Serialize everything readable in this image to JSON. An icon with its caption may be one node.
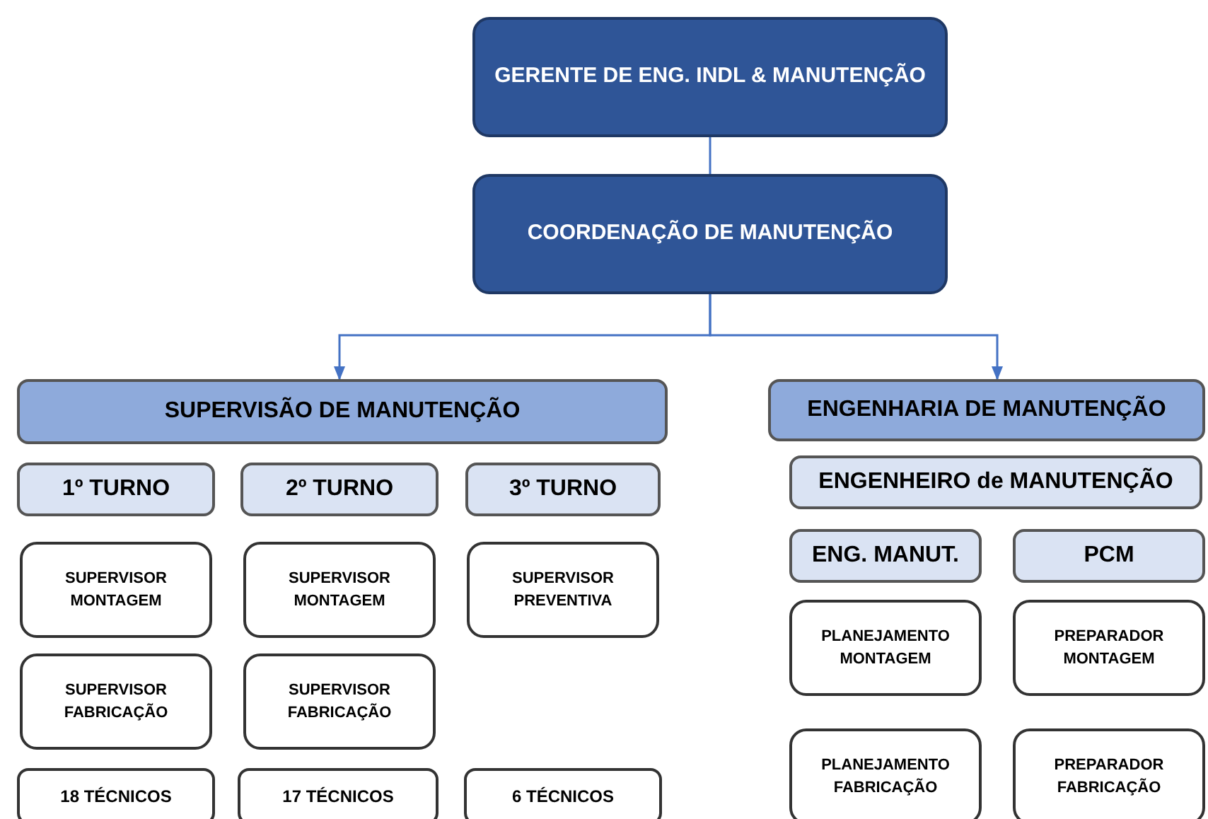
{
  "diagram": {
    "nodes": [
      {
        "text": [
          "GERENTE DE ENG. INDL & MANUTENÇÃO"
        ]
      },
      {
        "text": [
          "COORDENAÇÃO DE MANUTENÇÃO"
        ]
      },
      {
        "text": [
          "SUPERVISÃO DE MANUTENÇÃO"
        ]
      },
      {
        "text": [
          "ENGENHARIA DE MANUTENÇÃO"
        ]
      },
      {
        "text": [
          "1º TURNO"
        ]
      },
      {
        "text": [
          "2º TURNO"
        ]
      },
      {
        "text": [
          "3º TURNO"
        ]
      },
      {
        "text": [
          "ENGENHEIRO de MANUTENÇÃO"
        ]
      },
      {
        "text": [
          "SUPERVISOR MONTAGEM"
        ]
      },
      {
        "text": [
          "SUPERVISOR MONTAGEM"
        ]
      },
      {
        "text": [
          "SUPERVISOR PREVENTIVA"
        ]
      },
      {
        "text": [
          "ENG. MANUT."
        ]
      },
      {
        "text": [
          "PCM"
        ]
      },
      {
        "text": [
          "SUPERVISOR FABRICAÇÃO"
        ]
      },
      {
        "text": [
          "SUPERVISOR FABRICAÇÃO"
        ]
      },
      {
        "text": [
          "PLANEJAMENTO MONTAGEM"
        ]
      },
      {
        "text": [
          "PREPARADOR MONTAGEM"
        ]
      },
      {
        "text": [
          "18 TÉCNICOS"
        ]
      },
      {
        "text": [
          "17 TÉCNICOS"
        ]
      },
      {
        "text": [
          "6 TÉCNICOS"
        ]
      },
      {
        "text": [
          "PLANEJAMENTO FABRICAÇÃO"
        ]
      },
      {
        "text": [
          "PREPARADOR FABRICAÇÃO"
        ]
      }
    ],
    "edges": [
      {
        "from": 0,
        "to": 1,
        "arrow": "none"
      },
      {
        "from": 1,
        "to": 2,
        "arrow": "to"
      },
      {
        "from": 1,
        "to": 3,
        "arrow": "to"
      }
    ]
  }
}
